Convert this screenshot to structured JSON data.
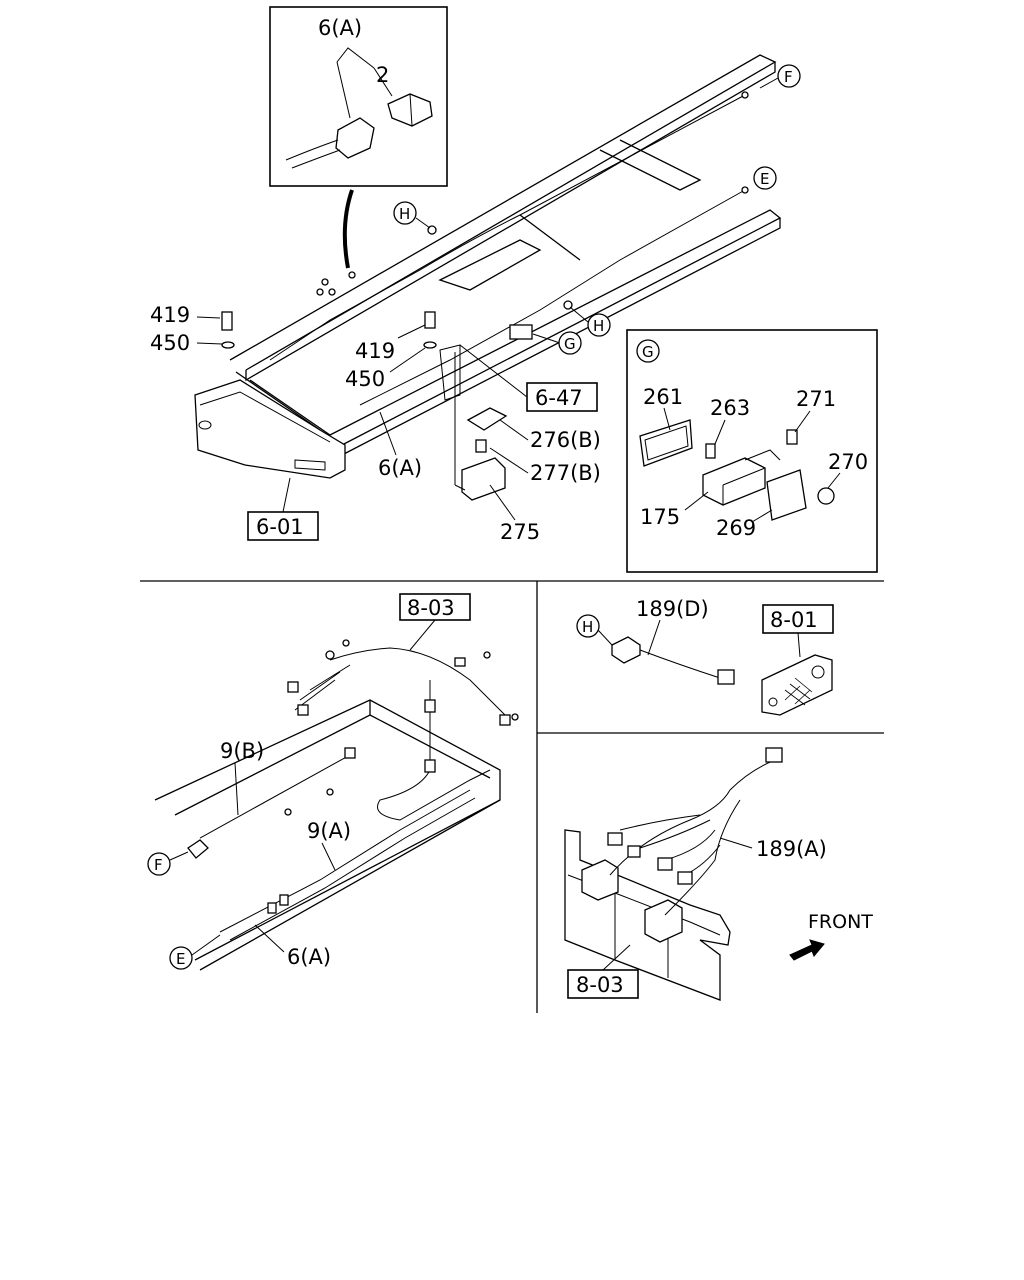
{
  "labels": {
    "top_inset_6a": "6(A)",
    "top_inset_2": "2",
    "p419_left": "419",
    "p450_left": "450",
    "p419_mid": "419",
    "p450_mid": "450",
    "ref_6_47": "6-47",
    "p276b": "276(B)",
    "p277b": "277(B)",
    "p275": "275",
    "p6a_main": "6(A)",
    "ref_6_01": "6-01",
    "g_261": "261",
    "g_263": "263",
    "g_271": "271",
    "g_270": "270",
    "g_175": "175",
    "g_269": "269",
    "ref_8_03_a": "8-03",
    "p9b": "9(B)",
    "p9a": "9(A)",
    "p6a_lower": "6(A)",
    "p189d": "189(D)",
    "ref_8_01": "8-01",
    "p189a": "189(A)",
    "front": "FRONT",
    "ref_8_03_b": "8-03"
  },
  "circle_labels": {
    "F_top": "F",
    "E_top": "E",
    "H_top": "H",
    "H_mid": "H",
    "G_mid": "G",
    "G_inset": "G",
    "F_lower": "F",
    "E_lower": "E",
    "H_lower": "H"
  }
}
